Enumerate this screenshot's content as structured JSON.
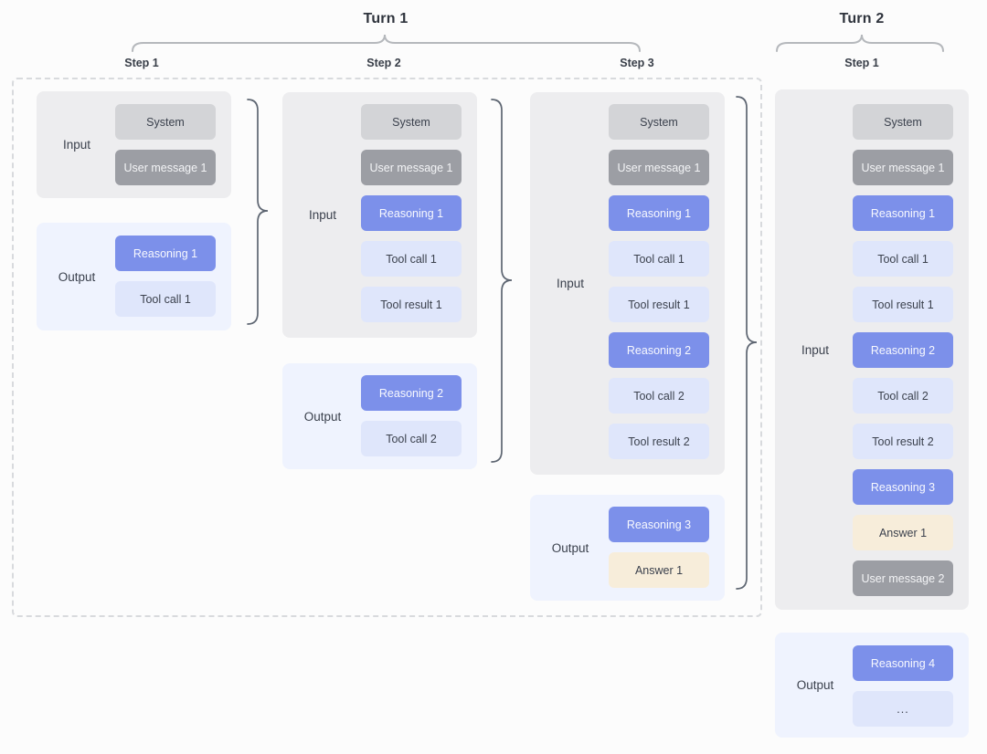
{
  "headers": {
    "turn1": "Turn 1",
    "turn2": "Turn 2",
    "turn1_steps": [
      "Step 1",
      "Step 2",
      "Step 3"
    ],
    "turn2_steps": [
      "Step 1"
    ]
  },
  "boxes": {
    "t1s1_input": {
      "label": "Input",
      "chips": [
        {
          "text": "System",
          "type": "system"
        },
        {
          "text": "User message 1",
          "type": "user"
        }
      ]
    },
    "t1s1_output": {
      "label": "Output",
      "chips": [
        {
          "text": "Reasoning 1",
          "type": "reasoning"
        },
        {
          "text": "Tool call 1",
          "type": "tool"
        }
      ]
    },
    "t1s2_input": {
      "label": "Input",
      "chips": [
        {
          "text": "System",
          "type": "system"
        },
        {
          "text": "User message 1",
          "type": "user"
        },
        {
          "text": "Reasoning 1",
          "type": "reasoning"
        },
        {
          "text": "Tool call 1",
          "type": "tool"
        },
        {
          "text": "Tool result 1",
          "type": "tool"
        }
      ]
    },
    "t1s2_output": {
      "label": "Output",
      "chips": [
        {
          "text": "Reasoning 2",
          "type": "reasoning"
        },
        {
          "text": "Tool call 2",
          "type": "tool"
        }
      ]
    },
    "t1s3_input": {
      "label": "Input",
      "chips": [
        {
          "text": "System",
          "type": "system"
        },
        {
          "text": "User message 1",
          "type": "user"
        },
        {
          "text": "Reasoning 1",
          "type": "reasoning"
        },
        {
          "text": "Tool call 1",
          "type": "tool"
        },
        {
          "text": "Tool result 1",
          "type": "tool"
        },
        {
          "text": "Reasoning 2",
          "type": "reasoning"
        },
        {
          "text": "Tool call 2",
          "type": "tool"
        },
        {
          "text": "Tool result 2",
          "type": "tool"
        }
      ]
    },
    "t1s3_output": {
      "label": "Output",
      "chips": [
        {
          "text": "Reasoning 3",
          "type": "reasoning"
        },
        {
          "text": "Answer 1",
          "type": "answer"
        }
      ]
    },
    "t2s1_input": {
      "label": "Input",
      "chips": [
        {
          "text": "System",
          "type": "system"
        },
        {
          "text": "User message 1",
          "type": "user"
        },
        {
          "text": "Reasoning 1",
          "type": "reasoning"
        },
        {
          "text": "Tool call 1",
          "type": "tool"
        },
        {
          "text": "Tool result 1",
          "type": "tool"
        },
        {
          "text": "Reasoning 2",
          "type": "reasoning"
        },
        {
          "text": "Tool call 2",
          "type": "tool"
        },
        {
          "text": "Tool result 2",
          "type": "tool"
        },
        {
          "text": "Reasoning 3",
          "type": "reasoning"
        },
        {
          "text": "Answer 1",
          "type": "answer"
        },
        {
          "text": "User message 2",
          "type": "user"
        }
      ]
    },
    "t2s1_output": {
      "label": "Output",
      "chips": [
        {
          "text": "Reasoning 4",
          "type": "reasoning"
        },
        {
          "text": "...",
          "type": "ellipsis"
        }
      ]
    }
  },
  "colors": {
    "system_chip": "#d3d4d7",
    "user_message_chip": "#9c9ea4",
    "reasoning_chip": "#7c90ea",
    "tool_chip": "#dfe6fb",
    "answer_chip": "#f7edda",
    "input_container": "#ededef",
    "output_container": "#eff3fe",
    "turn_brace": "#b5b8bc",
    "step_brace": "#5d6571",
    "dashed_border": "#d8dadd"
  }
}
